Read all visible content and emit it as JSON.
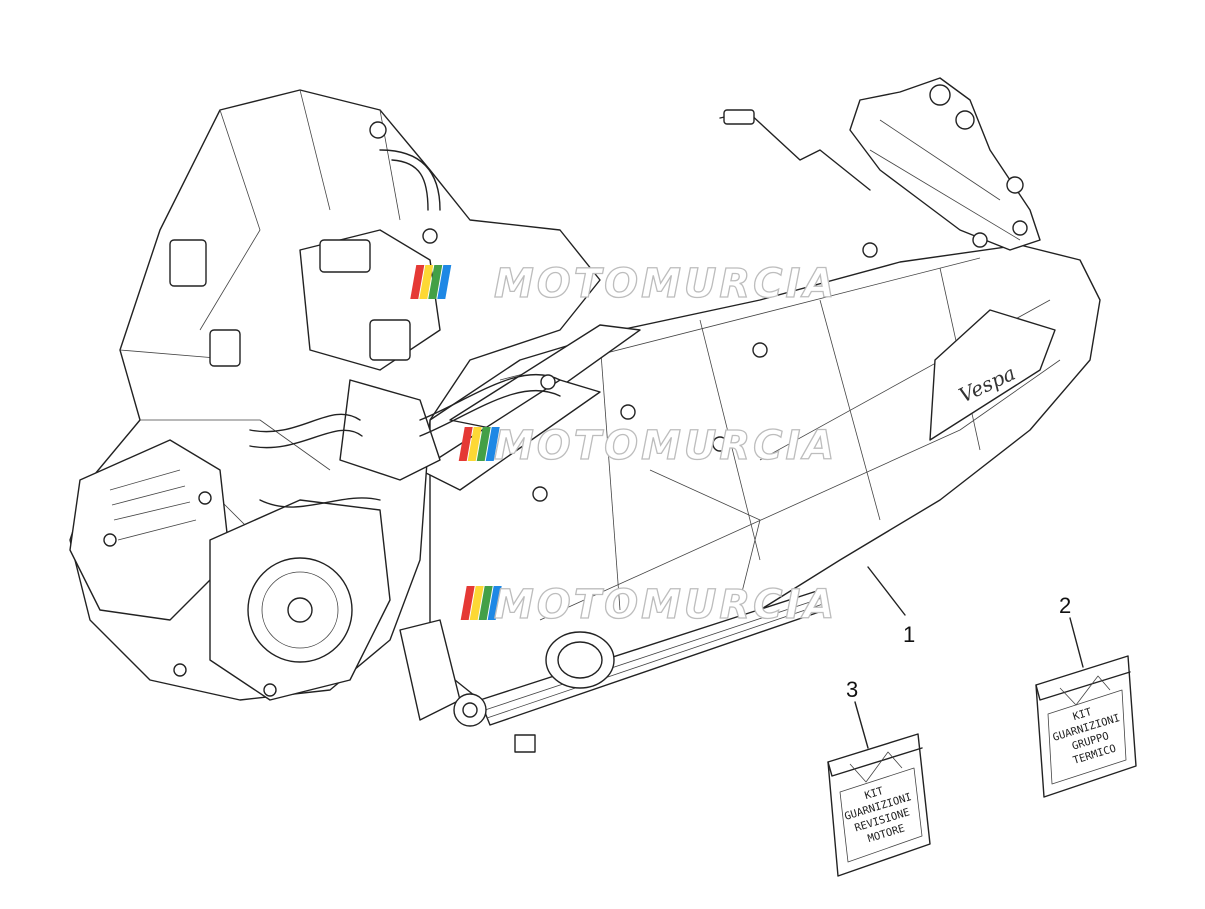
{
  "callouts": [
    {
      "id": "1",
      "label": "1"
    },
    {
      "id": "2",
      "label": "2"
    },
    {
      "id": "3",
      "label": "3"
    }
  ],
  "kit_gruppo_termico": {
    "lines": [
      "KIT",
      "GUARNIZIONI",
      "GRUPPO",
      "TERMICO"
    ]
  },
  "kit_revisione_motore": {
    "lines": [
      "KIT",
      "GUARNIZIONI",
      "REVISIONE",
      "MOTORE"
    ]
  },
  "watermark": {
    "text": "MOTOMURCIA",
    "stripe_colors": [
      "#e53935",
      "#fdd835",
      "#43a047",
      "#1e88e5"
    ]
  },
  "cover_logo": "Vespa",
  "colors": {
    "line": "#222222",
    "background": "#ffffff",
    "watermark_outline": "#bdbdbd"
  }
}
